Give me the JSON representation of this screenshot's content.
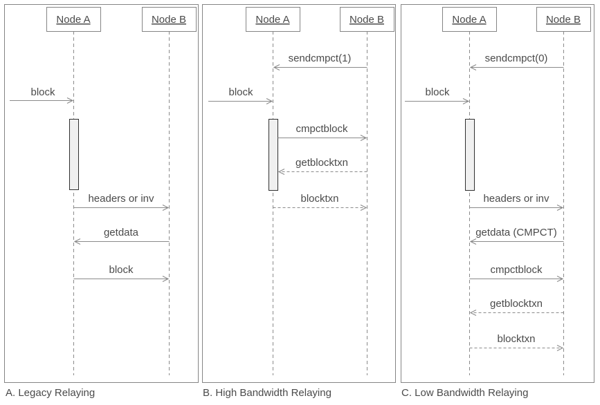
{
  "diagram_type": "sequence",
  "colors": {
    "line": "#8a8a8a",
    "text": "#4a4a4a",
    "activation_fill": "#f0f0f0",
    "activation_border": "#2f2f2f",
    "background": "#ffffff"
  },
  "panels": [
    {
      "id": "A",
      "caption": "A. Legacy Relaying",
      "participants": [
        "Node A",
        "Node B"
      ],
      "messages": [
        {
          "label": "block",
          "from": "network",
          "to": "Node A",
          "line": "solid"
        },
        {
          "label": "headers or inv",
          "from": "Node A",
          "to": "Node B",
          "line": "solid"
        },
        {
          "label": "getdata",
          "from": "Node B",
          "to": "Node A",
          "line": "solid"
        },
        {
          "label": "block",
          "from": "Node A",
          "to": "Node B",
          "line": "solid"
        }
      ]
    },
    {
      "id": "B",
      "caption": "B. High Bandwidth Relaying",
      "participants": [
        "Node A",
        "Node B"
      ],
      "messages": [
        {
          "label": "sendcmpct(1)",
          "from": "Node B",
          "to": "Node A",
          "line": "solid"
        },
        {
          "label": "block",
          "from": "network",
          "to": "Node A",
          "line": "solid"
        },
        {
          "label": "cmpctblock",
          "from": "Node A",
          "to": "Node B",
          "line": "solid"
        },
        {
          "label": "getblocktxn",
          "from": "Node B",
          "to": "Node A",
          "line": "dashed"
        },
        {
          "label": "blocktxn",
          "from": "Node A",
          "to": "Node B",
          "line": "dashed"
        }
      ]
    },
    {
      "id": "C",
      "caption": "C. Low Bandwidth Relaying",
      "participants": [
        "Node A",
        "Node B"
      ],
      "messages": [
        {
          "label": "sendcmpct(0)",
          "from": "Node B",
          "to": "Node A",
          "line": "solid"
        },
        {
          "label": "block",
          "from": "network",
          "to": "Node A",
          "line": "solid"
        },
        {
          "label": "headers or inv",
          "from": "Node A",
          "to": "Node B",
          "line": "solid"
        },
        {
          "label": "getdata (CMPCT)",
          "from": "Node B",
          "to": "Node A",
          "line": "solid"
        },
        {
          "label": "cmpctblock",
          "from": "Node A",
          "to": "Node B",
          "line": "solid"
        },
        {
          "label": "getblocktxn",
          "from": "Node B",
          "to": "Node A",
          "line": "dashed"
        },
        {
          "label": "blocktxn",
          "from": "Node A",
          "to": "Node B",
          "line": "dashed"
        }
      ]
    }
  ]
}
